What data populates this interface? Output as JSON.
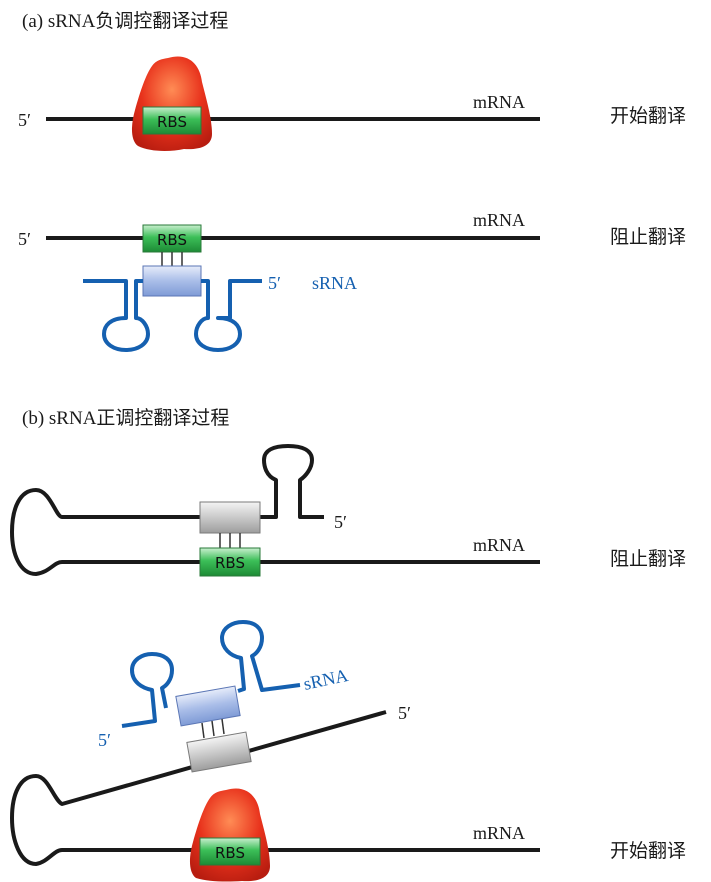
{
  "sections": {
    "a": {
      "title": "(a) sRNA负调控翻译过程",
      "row1": {
        "five_prime": "5′",
        "mrna": "mRNA",
        "rbs": "RBS",
        "status": "开始翻译"
      },
      "row2": {
        "five_prime": "5′",
        "mrna": "mRNA",
        "rbs": "RBS",
        "srna_five_prime": "5′",
        "srna": "sRNA",
        "status": "阻止翻译"
      }
    },
    "b": {
      "title": "(b) sRNA正调控翻译过程",
      "row1": {
        "five_prime": "5′",
        "mrna": "mRNA",
        "rbs": "RBS",
        "status": "阻止翻译"
      },
      "row2": {
        "five_prime": "5′",
        "srna_five_prime": "5′",
        "srna": "sRNA",
        "mrna": "mRNA",
        "rbs": "RBS",
        "status": "开始翻译"
      }
    }
  },
  "colors": {
    "mrna_line": "#1a1a1a",
    "srna_line": "#1560b0",
    "rbs_fill": "#2db34a",
    "srna_box_fill": "#9fb6e6",
    "gray_box_fill": "#c4c4c4",
    "ribosome": "#e8321c"
  }
}
